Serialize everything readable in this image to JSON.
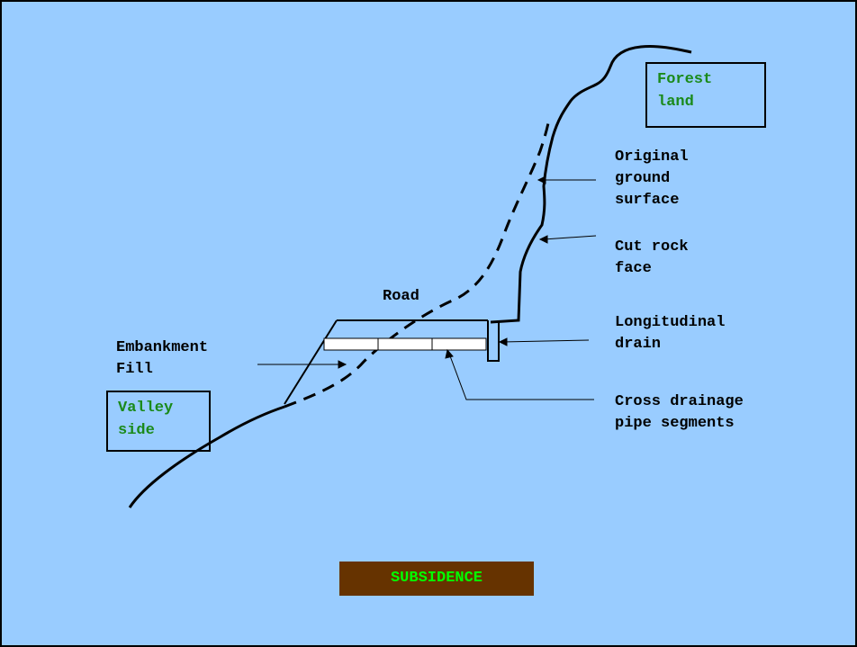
{
  "labels": {
    "forest_land": "Forest\nland",
    "valley_side": "Valley\nside",
    "original_ground": "Original\nground\nsurface",
    "cut_rock_face": "Cut rock\nface",
    "road": "Road",
    "longitudinal_drain": "Longitudinal\ndrain",
    "embankment_fill": "Embankment\nFill",
    "cross_drainage": "Cross drainage\npipe segments"
  },
  "banner": {
    "text": "SUBSIDENCE"
  },
  "colors": {
    "background": "#99ccff",
    "green_label": "#1a8a1a",
    "banner_bg": "#663300",
    "banner_text": "#00ff00",
    "pipe_fill": "#ffffff",
    "line": "#000000"
  }
}
